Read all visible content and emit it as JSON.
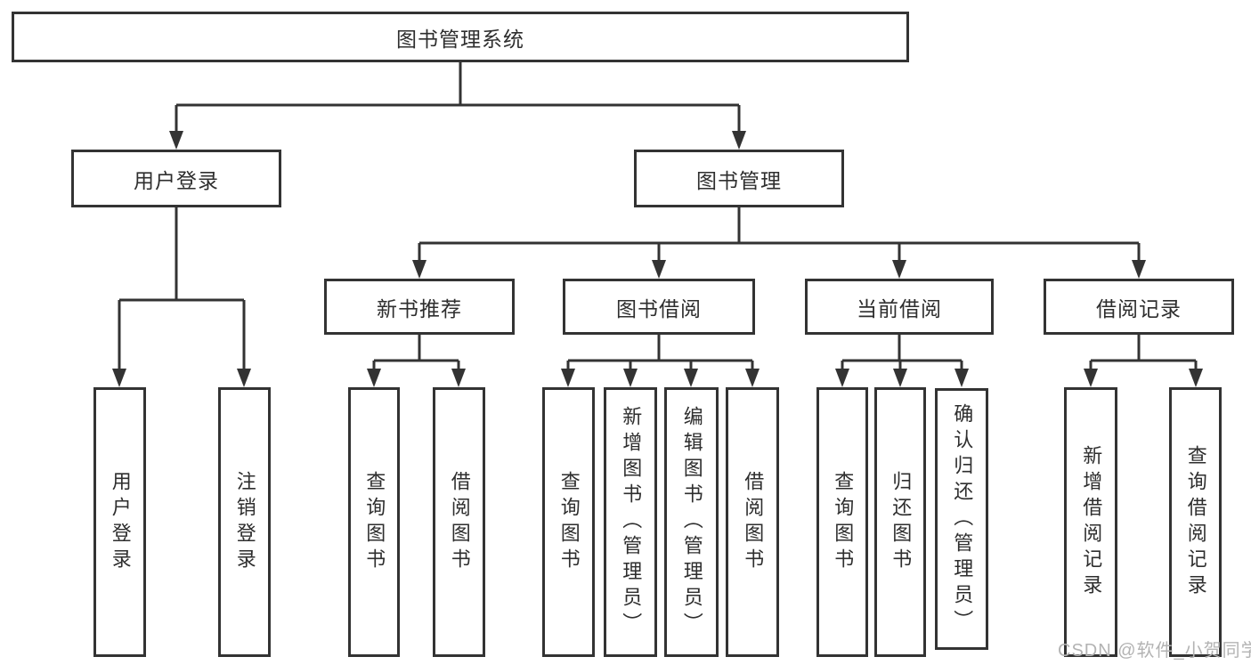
{
  "diagram": {
    "type": "tree",
    "orientation": "top-down",
    "colors": {
      "line": "#333333",
      "node_border": "#333333",
      "node_background": "#ffffff",
      "text": "#2e2e2e"
    },
    "tree": {
      "label": "图书管理系统",
      "children": [
        {
          "label": "用户登录",
          "children": [
            {
              "label": "用户登录"
            },
            {
              "label": "注销登录"
            }
          ]
        },
        {
          "label": "图书管理",
          "children": [
            {
              "label": "新书推荐",
              "children": [
                {
                  "label": "查询图书"
                },
                {
                  "label": "借阅图书"
                }
              ]
            },
            {
              "label": "图书借阅",
              "children": [
                {
                  "label": "查询图书"
                },
                {
                  "label": "新增图书（管理员）"
                },
                {
                  "label": "编辑图书（管理员）"
                },
                {
                  "label": "借阅图书"
                }
              ]
            },
            {
              "label": "当前借阅",
              "children": [
                {
                  "label": "查询图书"
                },
                {
                  "label": "归还图书"
                },
                {
                  "label": "确认归还（管理员）"
                }
              ]
            },
            {
              "label": "借阅记录",
              "children": [
                {
                  "label": "新增借阅记录"
                },
                {
                  "label": "查询借阅记录"
                }
              ]
            }
          ]
        }
      ]
    }
  },
  "watermark": {
    "text": "CSDN @软件_小贺同学",
    "color": "#b3b3b3"
  }
}
